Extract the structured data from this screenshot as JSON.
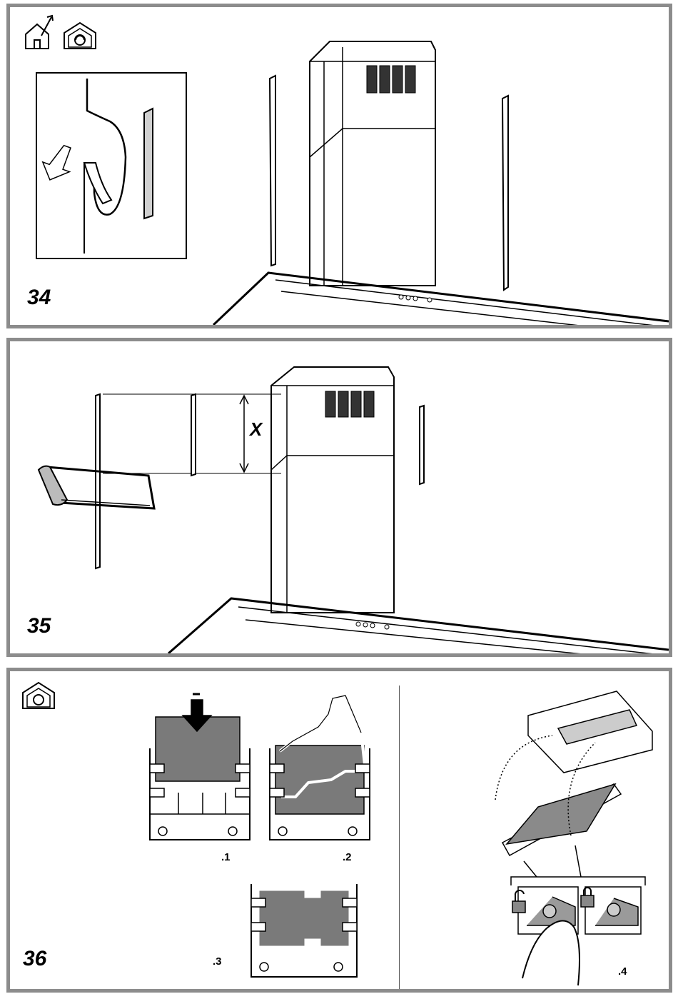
{
  "figures": {
    "fig34": {
      "number": "34"
    },
    "fig35": {
      "number": "35",
      "dimension_label": "X"
    },
    "fig36": {
      "number": "36",
      "steps": [
        ".1",
        ".2",
        ".3",
        ".4"
      ]
    }
  },
  "icons": [
    "ducted-mode-icon",
    "recirculation-mode-icon"
  ],
  "colors": {
    "frame": "#8c8c8c",
    "filter": "#7a7a7a",
    "line": "#000000"
  }
}
